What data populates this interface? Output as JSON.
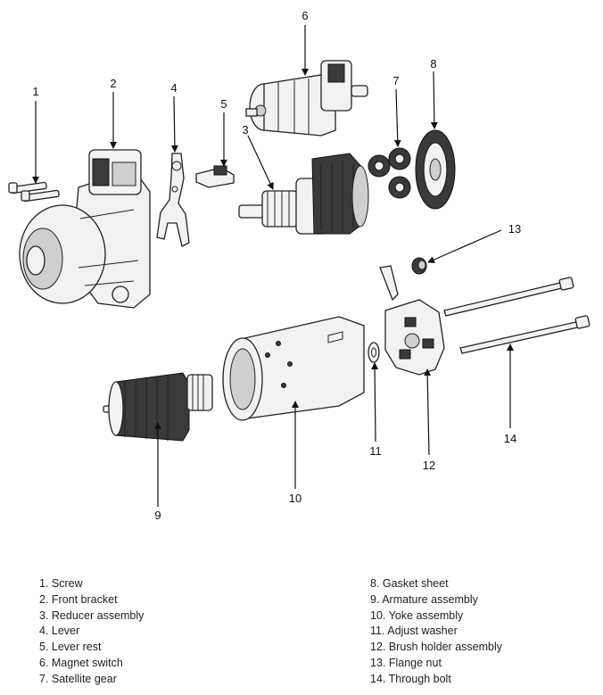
{
  "callouts": {
    "c1": "1",
    "c2": "2",
    "c3": "3",
    "c4": "4",
    "c5": "5",
    "c6": "6",
    "c7": "7",
    "c8": "8",
    "c9": "9",
    "c10": "10",
    "c11": "11",
    "c12": "12",
    "c13": "13",
    "c14": "14"
  },
  "legend": {
    "left": [
      "1. Screw",
      "2. Front bracket",
      "3. Reducer assembly",
      "4. Lever",
      "5. Lever rest",
      "6. Magnet switch",
      "7. Satellite gear"
    ],
    "right": [
      "8. Gasket sheet",
      "9. Armature assembly",
      "10. Yoke assembly",
      "11. Adjust washer",
      "12. Brush holder assembly",
      "13. Flange nut",
      "14. Through bolt"
    ]
  }
}
